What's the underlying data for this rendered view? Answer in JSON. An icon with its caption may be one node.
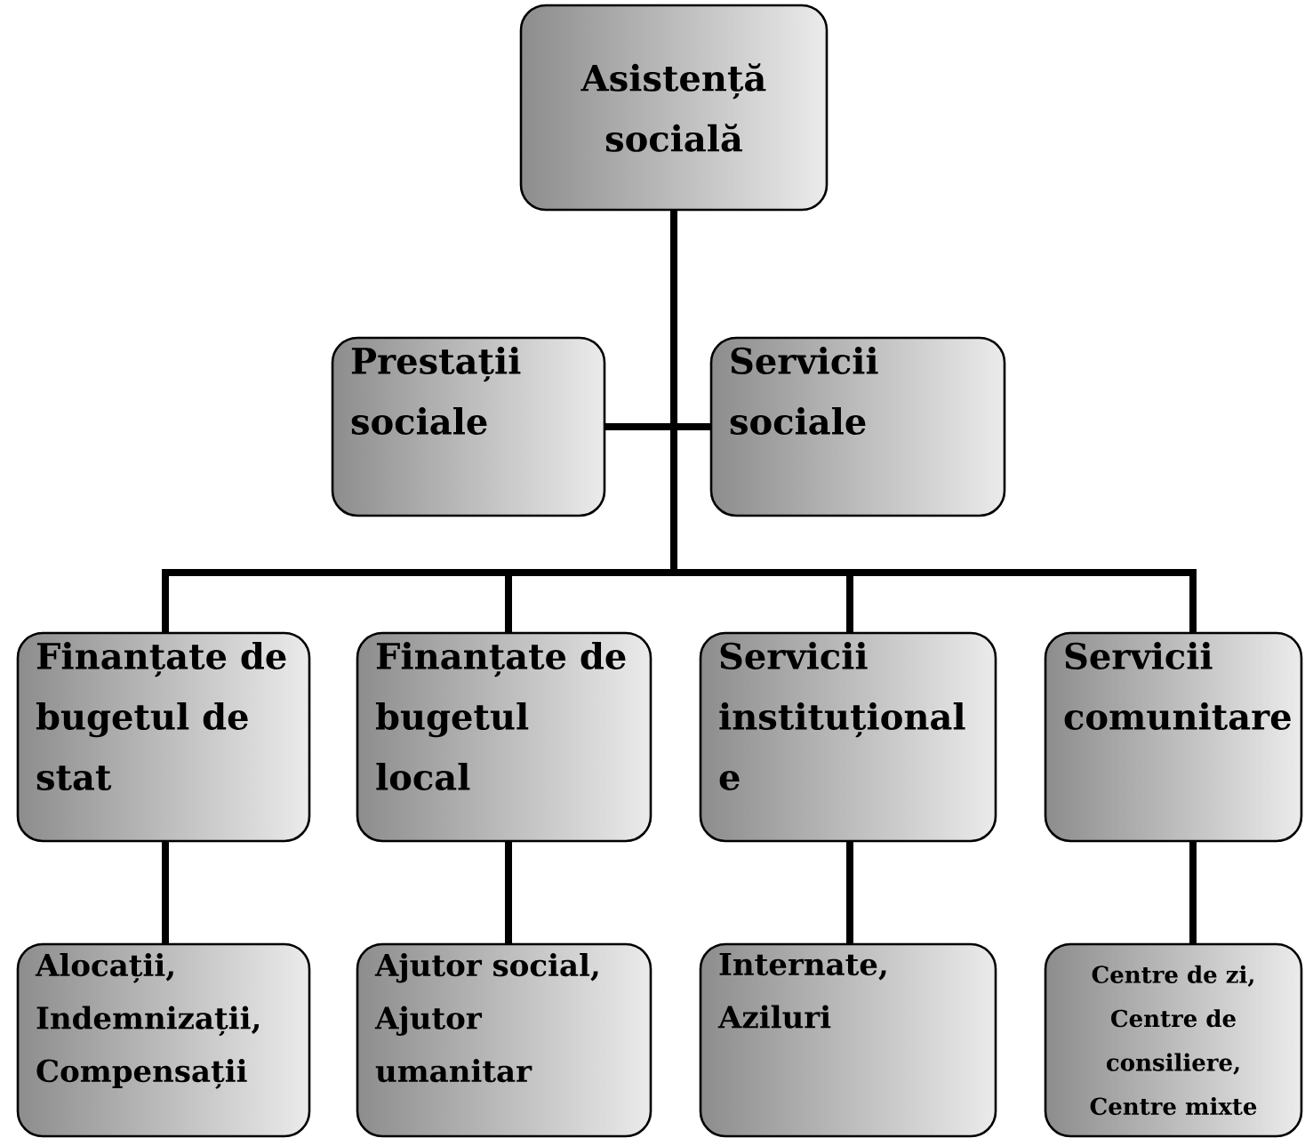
{
  "diagram": {
    "nodes": [
      {
        "text": [
          "Asistență socială"
        ]
      },
      {
        "text": [
          "Prestații sociale"
        ]
      },
      {
        "text": [
          "Servicii sociale"
        ]
      },
      {
        "text": [
          "Finanțate de bugetul de stat"
        ]
      },
      {
        "text": [
          "Finanțate de bugetul local"
        ]
      },
      {
        "text": [
          "Servicii instituțional e"
        ]
      },
      {
        "text": [
          "Servicii comunitare"
        ]
      },
      {
        "text": [
          "Alocații, Indemnizații, Compensații"
        ]
      },
      {
        "text": [
          "Ajutor social, Ajutor umanitar"
        ]
      },
      {
        "text": [
          "Internate, Aziluri"
        ]
      },
      {
        "text": [
          "Centre de zi, Centre de consiliere, Centre mixte"
        ]
      }
    ],
    "edges": [
      {
        "from": 0,
        "to": 1,
        "arrow": "none"
      },
      {
        "from": 0,
        "to": 2,
        "arrow": "none"
      },
      {
        "from": 0,
        "to": 3,
        "arrow": "none"
      },
      {
        "from": 0,
        "to": 4,
        "arrow": "none"
      },
      {
        "from": 0,
        "to": 5,
        "arrow": "none"
      },
      {
        "from": 0,
        "to": 6,
        "arrow": "none"
      },
      {
        "from": 3,
        "to": 7,
        "arrow": "none"
      },
      {
        "from": 4,
        "to": 8,
        "arrow": "none"
      },
      {
        "from": 5,
        "to": 9,
        "arrow": "none"
      },
      {
        "from": 6,
        "to": 10,
        "arrow": "none"
      }
    ]
  }
}
